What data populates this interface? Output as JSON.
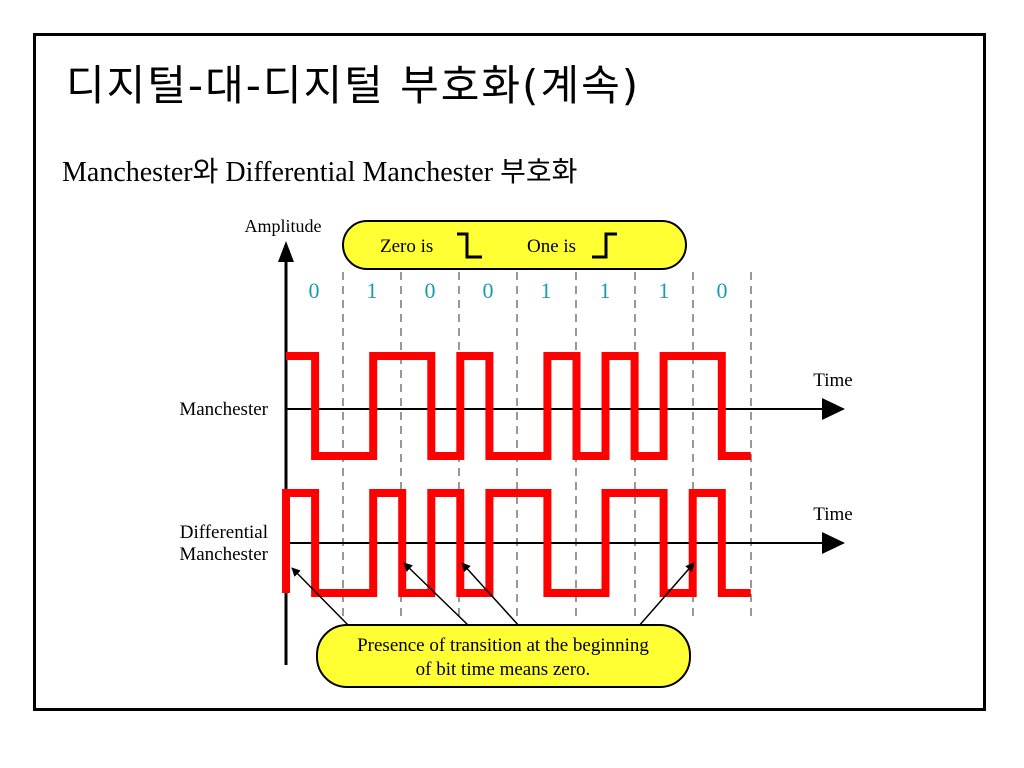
{
  "slide": {
    "title": "디지털-대-디지털 부호화(계속)",
    "subtitle": "Manchester와 Differential Manchester 부호화"
  },
  "diagram": {
    "axis_label": "Amplitude",
    "legend": {
      "zero_label": "Zero is",
      "one_label": "One is"
    },
    "bits": [
      "0",
      "1",
      "0",
      "0",
      "1",
      "1",
      "1",
      "0"
    ],
    "manchester_label": "Manchester",
    "differential_label_line1": "Differential",
    "differential_label_line2": "Manchester",
    "time_label_1": "Time",
    "time_label_2": "Time",
    "note_line1": "Presence of transition at the beginning",
    "note_line2": "of bit time means zero."
  },
  "colors": {
    "signal": "#ff0000",
    "bit_label": "#1a9bb5",
    "callout_fill": "#ffff33",
    "frame": "#000000"
  }
}
